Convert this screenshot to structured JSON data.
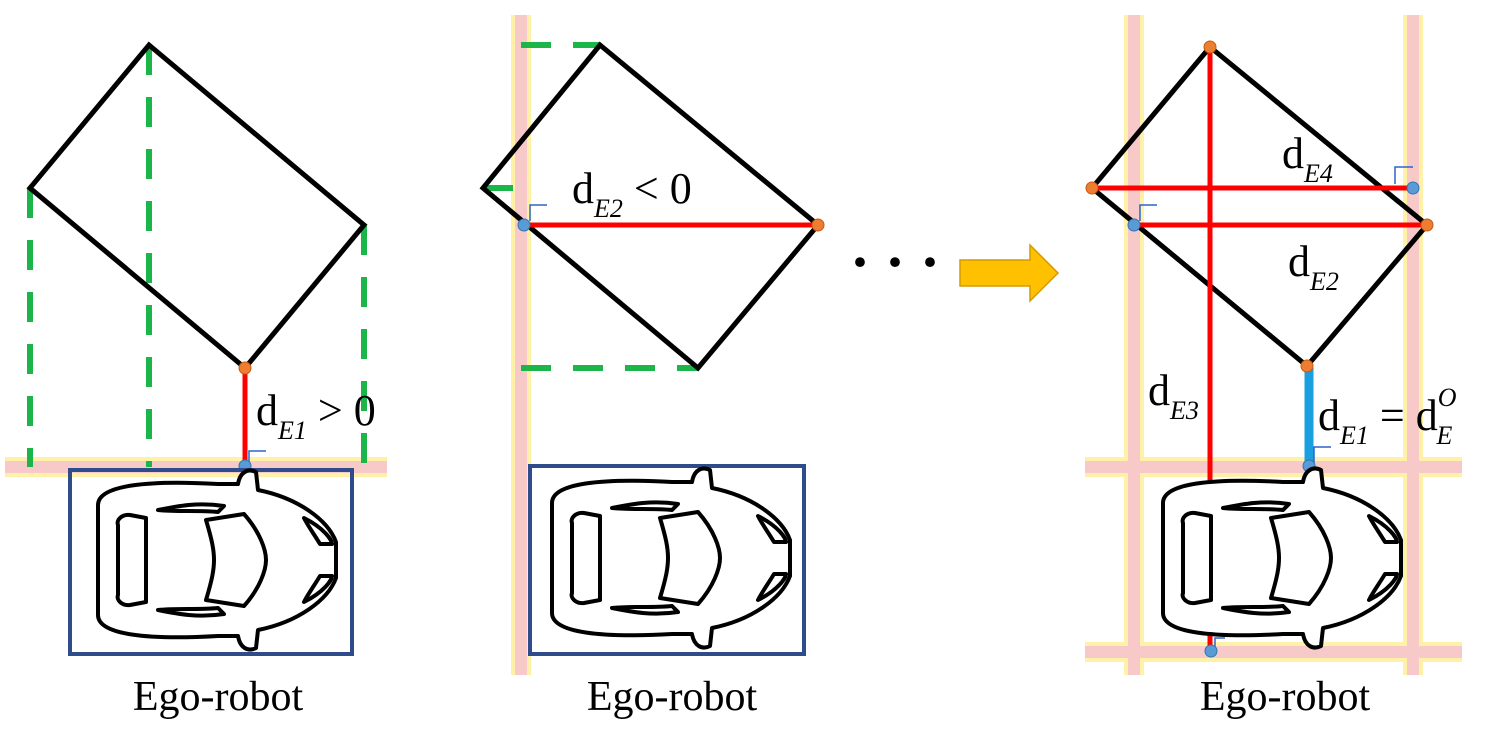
{
  "panels": [
    {
      "id": "left",
      "equation": {
        "base": "d",
        "sub": "E1",
        "rest": " > 0"
      },
      "caption": "Ego-robot"
    },
    {
      "id": "middle",
      "equation": {
        "base": "d",
        "sub": "E2",
        "rest": " < 0"
      },
      "caption": "Ego-robot"
    },
    {
      "id": "right",
      "labels": [
        {
          "base": "d",
          "sub": "E4"
        },
        {
          "base": "d",
          "sub": "E2"
        },
        {
          "base": "d",
          "sub": "E3"
        }
      ],
      "equation": {
        "base": "d",
        "sub": "E1",
        "eq": " = d",
        "sup": "O",
        "sub2": "E"
      },
      "caption": "Ego-robot"
    }
  ],
  "ellipsis": "· · ·",
  "colors": {
    "obstacle": "#000000",
    "projection": "#1bb54a",
    "distance": "#ff0000",
    "ego_distance": "#1a9fe0",
    "obstacle_point": "#ed7d31",
    "ego_point": "#5b9bd5",
    "boundary_glow": "#f8c9c9",
    "ego_box": "#2f4c8a",
    "arrow": "#ffc000"
  }
}
